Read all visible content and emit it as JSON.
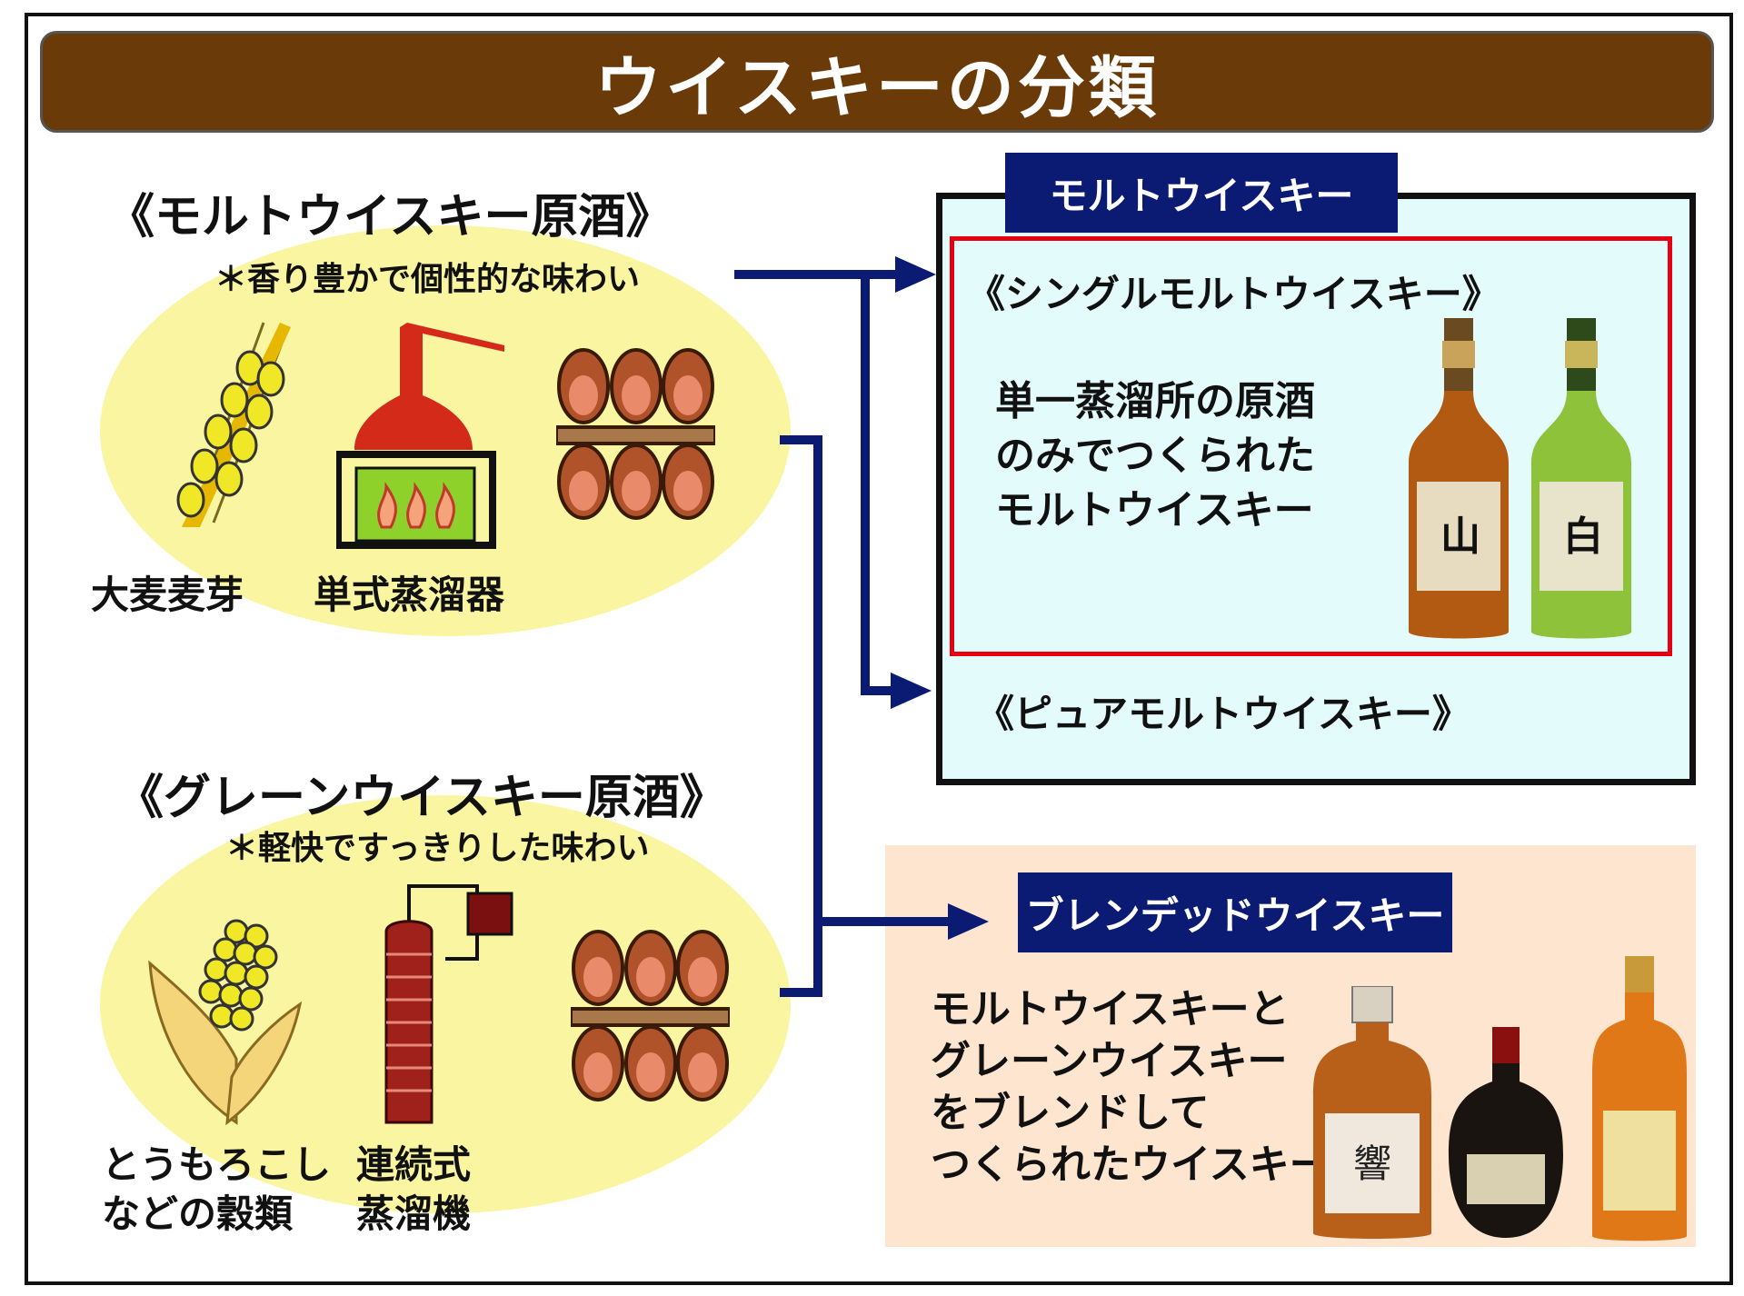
{
  "title": "ウイスキーの分類",
  "malt_source": {
    "heading": "《モルトウイスキー原酒》",
    "note": "＊香り豊かで個性的な味わい",
    "labels": [
      "大麦麦芽",
      "単式蒸溜器"
    ]
  },
  "grain_source": {
    "heading": "《グレーンウイスキー原酒》",
    "note": "＊軽快ですっきりした味わい",
    "label_1": [
      "とうもろこし",
      "などの穀類"
    ],
    "label_2": [
      "連続式",
      "蒸溜機"
    ]
  },
  "malt_whisky": {
    "tag": "モルトウイスキー",
    "single": {
      "heading": "《シングルモルトウイスキー》",
      "description": [
        "単一蒸溜所の原酒",
        "のみでつくられた",
        "モルトウイスキー"
      ]
    },
    "pure_heading": "《ピュアモルトウイスキー》"
  },
  "blended_whisky": {
    "tag": "ブレンデッドウイスキー",
    "description": [
      "モルトウイスキーと",
      "グレーンウイスキー",
      "をブレンドして",
      "つくられたウイスキー"
    ]
  },
  "colors": {
    "title_bg": "#6a3a08",
    "ellipse": "#faf5a0",
    "navy": "#0b1a73",
    "malt_box_bg": "#e3fbfb",
    "blend_box_bg": "#fde5cf",
    "red_border": "#e60012",
    "cask": "#b0522a",
    "still": "#d42a1a"
  },
  "icons": [
    "barley-icon",
    "pot-still-icon",
    "cask-stack-icon",
    "corn-icon",
    "column-still-icon",
    "yamazaki-bottle-icon",
    "hakushu-bottle-icon",
    "hibiki-bottle-icon",
    "old-bottle-icon",
    "kakubin-bottle-icon"
  ]
}
